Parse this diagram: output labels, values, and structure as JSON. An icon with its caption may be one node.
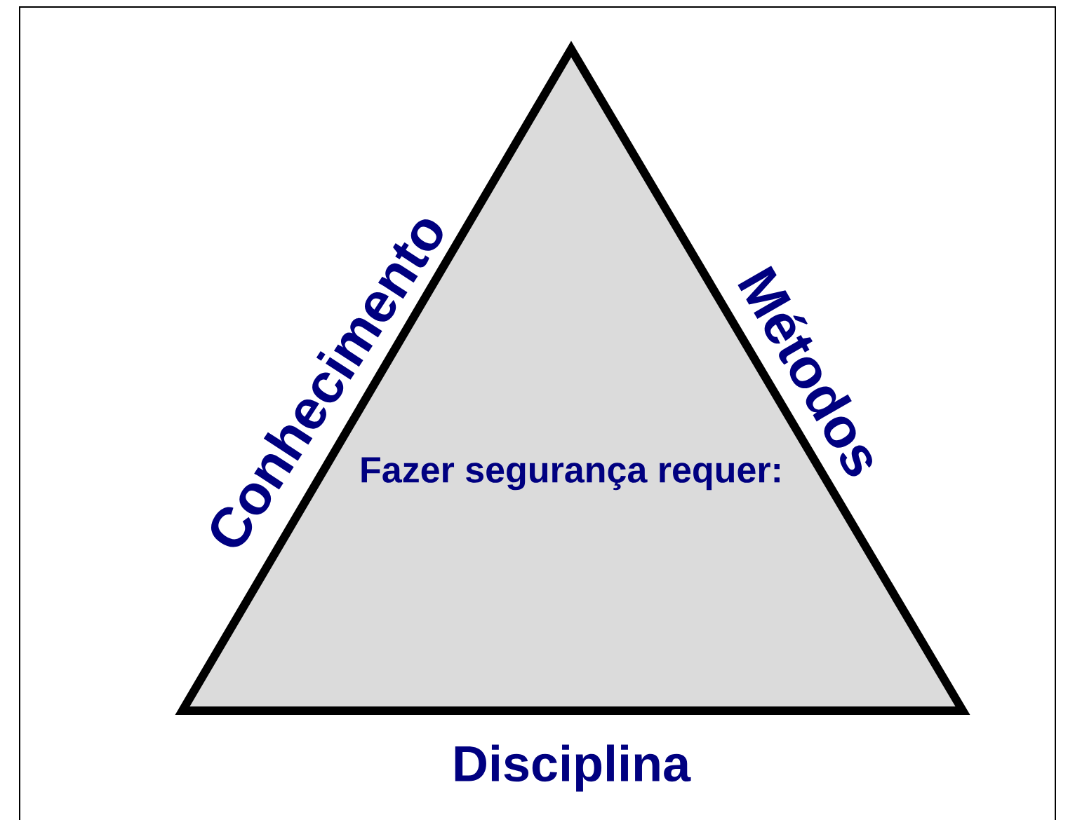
{
  "diagram": {
    "nodes": [
      {
        "text": [
          "Fazer segurança requer:"
        ]
      }
    ],
    "labels": [
      "Conhecimento",
      "Métodos",
      "Disciplina"
    ]
  }
}
